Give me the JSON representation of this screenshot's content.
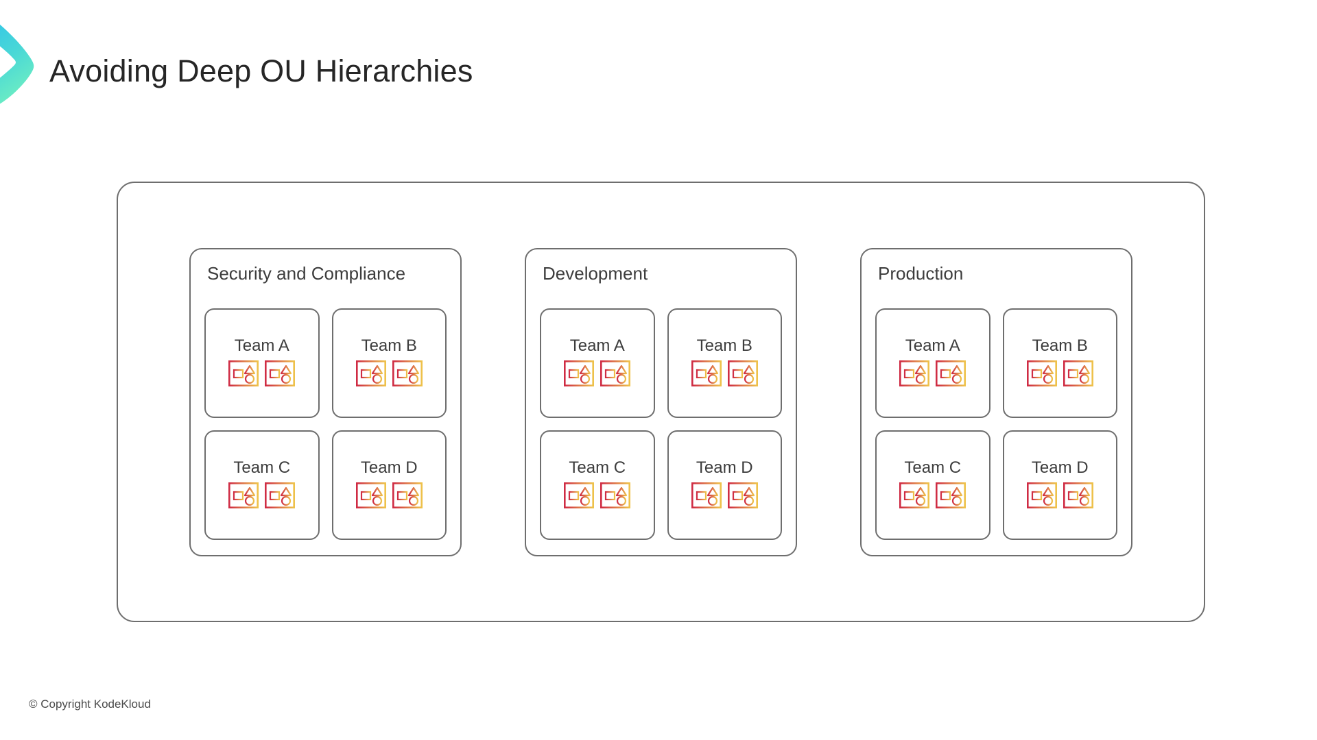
{
  "slide": {
    "title": "Avoiding Deep OU Hierarchies",
    "brand_mark_name": "chevron-logo",
    "footer": "© Copyright KodeKloud"
  },
  "theme": {
    "background": "#ffffff",
    "title_color": "#262626",
    "border_color": "#6e6e6e",
    "text_color": "#3d3d3d",
    "footer_color": "#4a4a4a",
    "logo_gradient_start": "#35c6e8",
    "logo_gradient_end": "#63e6c3",
    "icon_gradient_start": "#d6334a",
    "icon_gradient_end": "#e8b93f"
  },
  "diagram": {
    "root_name": "organization-root-container",
    "groups": [
      {
        "title": "Security and Compliance",
        "teams": [
          {
            "label": "Team A",
            "accounts": 2
          },
          {
            "label": "Team B",
            "accounts": 2
          },
          {
            "label": "Team C",
            "accounts": 2
          },
          {
            "label": "Team D",
            "accounts": 2
          }
        ]
      },
      {
        "title": "Development",
        "teams": [
          {
            "label": "Team A",
            "accounts": 2
          },
          {
            "label": "Team B",
            "accounts": 2
          },
          {
            "label": "Team C",
            "accounts": 2
          },
          {
            "label": "Team D",
            "accounts": 2
          }
        ]
      },
      {
        "title": "Production",
        "teams": [
          {
            "label": "Team A",
            "accounts": 2
          },
          {
            "label": "Team B",
            "accounts": 2
          },
          {
            "label": "Team C",
            "accounts": 2
          },
          {
            "label": "Team D",
            "accounts": 2
          }
        ]
      }
    ]
  }
}
